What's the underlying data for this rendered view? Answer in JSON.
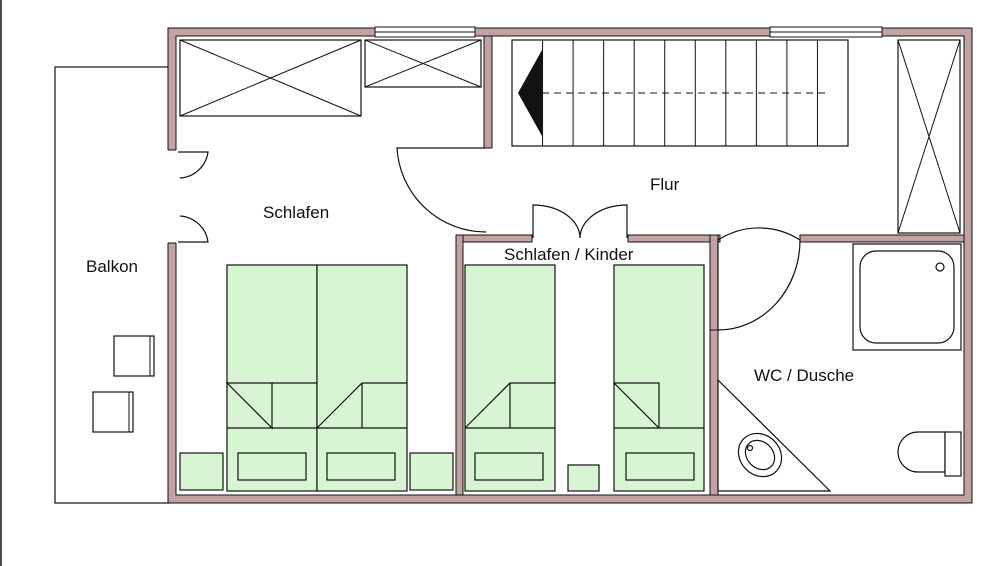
{
  "colors": {
    "wall": "#c2a2a2",
    "bed": "#d8f5d3",
    "line": "#111111",
    "background": "#ffffff"
  },
  "rooms": {
    "balkon": "Balkon",
    "schlafen": "Schlafen",
    "flur": "Flur",
    "kinder": "Schlafen / Kinder",
    "wc": "WC / Dusche"
  }
}
